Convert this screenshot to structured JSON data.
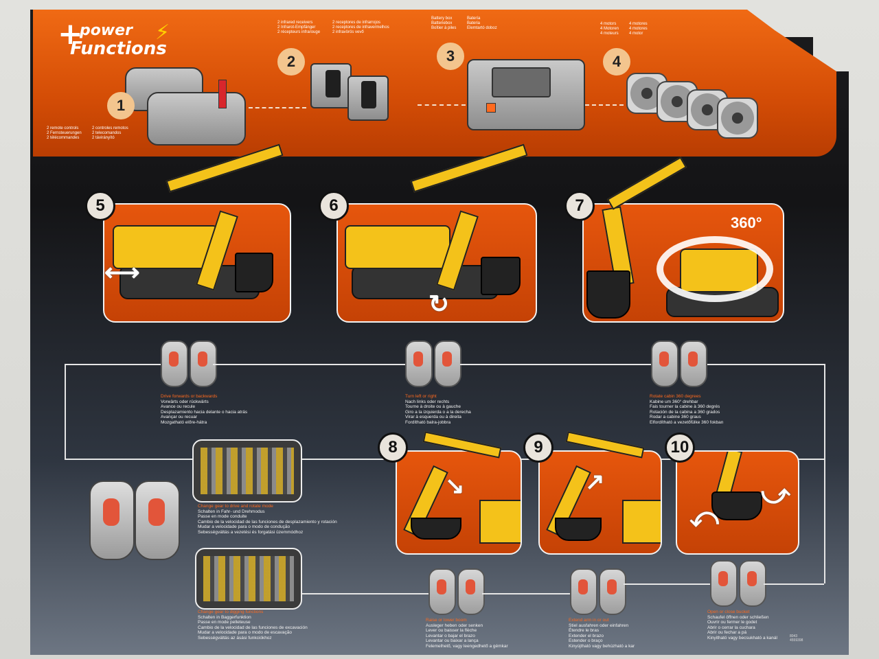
{
  "logo": {
    "line1": "power",
    "line2": "Functions",
    "plus": "+",
    "bolt": "⚡"
  },
  "top_steps": [
    {
      "num": "1",
      "caption_lines": [
        "2 remote controls",
        "2 Fernsteuerungen",
        "2 télécommandes",
        "2 controles remotos",
        "2 telecomandos",
        "2 távirányító"
      ]
    },
    {
      "num": "2",
      "caption_lines": [
        "2 infrared receivers",
        "2 Infrarot-Empfänger",
        "2 récepteurs infrarouge",
        "2 receptores de infrarrojos",
        "2 receptores de infravermelhos",
        "2 infravörös vevő"
      ]
    },
    {
      "num": "3",
      "caption_lines": [
        "Battery box",
        "Batteriebox",
        "Boîtier à piles",
        "Batería",
        "Bateria",
        "Elemtartó doboz"
      ]
    },
    {
      "num": "4",
      "caption_lines": [
        "4 motors",
        "4 Motoren",
        "4 moteurs",
        "4 motores",
        "4 motores",
        "4 motor"
      ]
    }
  ],
  "steps": [
    {
      "num": "5",
      "caption": [
        "Drive forwards or backwards",
        "Vorwärts oder rückwärts",
        "Avance ou recule",
        "Desplazamiento hacia delante o hacia atrás",
        "Avançar ou recuar",
        "Mozgatható előre-hátra"
      ]
    },
    {
      "num": "6",
      "caption": [
        "Turn left or right",
        "Nach links oder rechts",
        "Tourne à droite ou à gauche",
        "Giro a la izquierda o a la derecha",
        "Virar à esquerda ou à direita",
        "Fordítható balra-jobbra"
      ]
    },
    {
      "num": "7",
      "caption": [
        "Rotate cabin 360 degrees",
        "Kabine um 360° drehbar",
        "Fais tourner la cabine à 360 degrés",
        "Rotación de la cabina a 360 grados",
        "Rodar a cabine 360 graus",
        "Elfordítható a vezetőfülke 360 fokban"
      ],
      "badge": "360°"
    },
    {
      "num": "8",
      "caption": [
        "Raise or lower boom",
        "Ausleger heben oder senken",
        "Lever ou baisser la flèche",
        "Levantar o bajar el brazo",
        "Levantar ou baixar a lança",
        "Felemelhető, vagy leengedhető a gémkar"
      ]
    },
    {
      "num": "9",
      "caption": [
        "Extend arm in or out",
        "Stiel ausfahren oder einfahren",
        "Étendre le bras",
        "Extender el brazo",
        "Estender o braço",
        "Kinyújtható vagy behúzható a kar"
      ]
    },
    {
      "num": "10",
      "caption": [
        "Open or close bucket",
        "Schaufel öffnen oder schließen",
        "Ouvrir ou fermer le godet",
        "Abrir o cerrar la cuchara",
        "Abrir ou fechar a pá",
        "Kinyitható vagy becsukható a kanál"
      ]
    }
  ],
  "gear": {
    "drive_caption": [
      "Change gear to drive and rotate mode",
      "Schalten in Fahr- und Drehmodus",
      "Passe en mode conduite",
      "Cambio de la velocidad de las funciones de desplazamiento y rotación",
      "Mudar a velocidade para o modo de condução",
      "Sebességváltás a vezetési és forgatási üzemmódhoz"
    ],
    "dig_caption": [
      "Change gear to digging functions",
      "Schalten in Baggerfunktion",
      "Passe en mode pelleteuse",
      "Cambio de la velocidad de las funciones de excavación",
      "Mudar a velocidade para o modo de escavação",
      "Sebességváltás az ásási funkciókhoz"
    ]
  },
  "codes": {
    "a": "8043",
    "b": "4559398"
  },
  "colors": {
    "orange": "#e0520a",
    "panel": "#141416",
    "yellow": "#f4c21a"
  }
}
